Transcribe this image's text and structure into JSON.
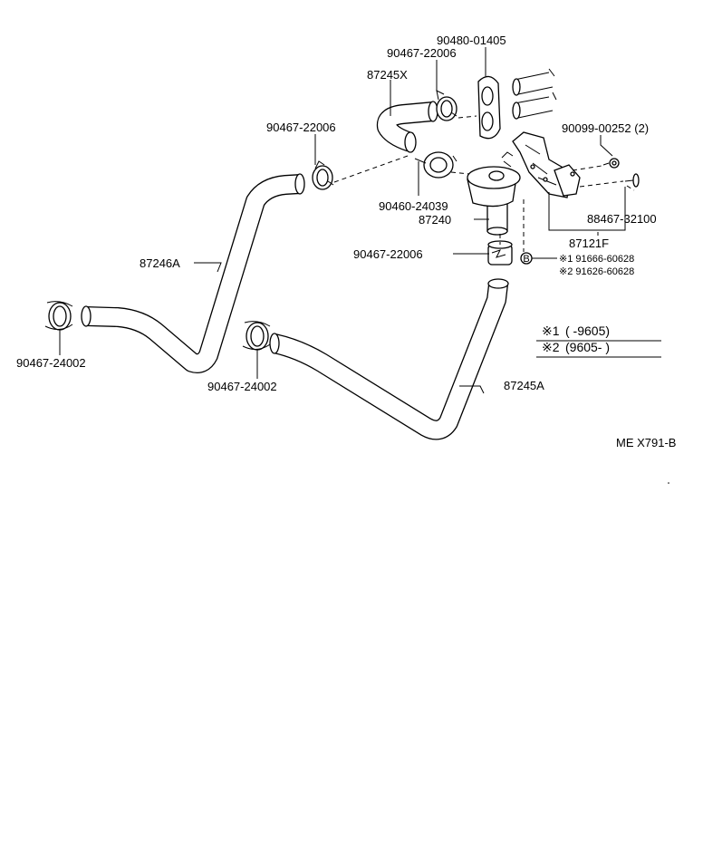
{
  "labels": {
    "gasket_904801405": "90480-01405",
    "clamp_top_9046722006": "90467-22006",
    "hose_87245x": "87245X",
    "clamp_left_9046722006": "90467-22006",
    "bolt_9009900252": "90099-00252 (2)",
    "clamp_mid_9046024039": "90460-24039",
    "valve_87240": "87240",
    "bracket_8846732100": "88467-32100",
    "clamp_lower_9046722006": "90467-22006",
    "hose_87246a": "87246A",
    "assembly_87121f": "87121F",
    "nut_1_9166660628": "※1 91666-60628",
    "nut_2_9162660628": "※2 91626-60628",
    "clamp_far_left_9046724002": "90467-24002",
    "clamp_center_9046724002": "90467-24002",
    "hose_87245a": "87245A",
    "diagram_code": "ME X791-B"
  },
  "markers": {
    "nut_symbol": "B"
  },
  "legend": {
    "row1_mark": "※1",
    "row1_range": "(          -9605)",
    "row2_mark": "※2",
    "row2_range": "(9605-          )"
  }
}
